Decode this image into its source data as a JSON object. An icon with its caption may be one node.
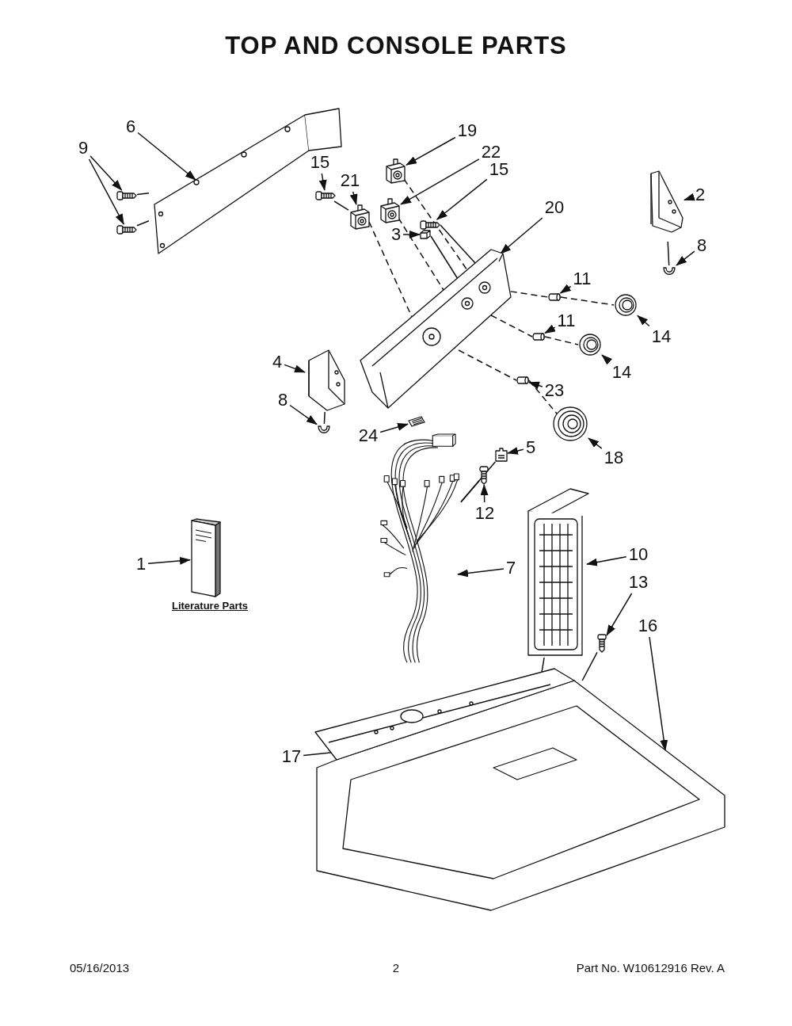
{
  "diagram": {
    "title": "TOP AND CONSOLE PARTS",
    "nodes": [
      {
        "text": [
          "9"
        ]
      },
      {
        "text": [],
        "shape": "picture"
      },
      {
        "text": [],
        "shape": "picture"
      },
      {
        "text": [
          "6"
        ]
      },
      {
        "text": [],
        "shape": "picture"
      },
      {
        "text": [
          "15"
        ]
      },
      {
        "text": [],
        "shape": "picture"
      },
      {
        "text": [
          "21"
        ]
      },
      {
        "text": [],
        "shape": "picture"
      },
      {
        "text": [
          "19"
        ]
      },
      {
        "text": [],
        "shape": "picture"
      },
      {
        "text": [
          "22"
        ]
      },
      {
        "text": [],
        "shape": "picture"
      },
      {
        "text": [
          "15"
        ]
      },
      {
        "text": [],
        "shape": "picture"
      },
      {
        "text": [
          "3"
        ]
      },
      {
        "text": [],
        "shape": "picture"
      },
      {
        "text": [
          "20"
        ]
      },
      {
        "text": [],
        "shape": "picture"
      },
      {
        "text": [
          "2"
        ]
      },
      {
        "text": [],
        "shape": "picture"
      },
      {
        "text": [
          "8"
        ]
      },
      {
        "text": [],
        "shape": "picture"
      },
      {
        "text": [
          "11"
        ]
      },
      {
        "text": [],
        "shape": "picture"
      },
      {
        "text": [
          "11"
        ]
      },
      {
        "text": [],
        "shape": "picture"
      },
      {
        "text": [
          "14"
        ]
      },
      {
        "text": [],
        "shape": "picture"
      },
      {
        "text": [
          "14"
        ]
      },
      {
        "text": [],
        "shape": "picture"
      },
      {
        "text": [
          "4"
        ]
      },
      {
        "text": [],
        "shape": "picture"
      },
      {
        "text": [
          "8"
        ]
      },
      {
        "text": [],
        "shape": "picture"
      },
      {
        "text": [
          "23"
        ]
      },
      {
        "text": [],
        "shape": "picture"
      },
      {
        "text": [
          "24"
        ]
      },
      {
        "text": [],
        "shape": "picture"
      },
      {
        "text": [
          "18"
        ]
      },
      {
        "text": [],
        "shape": "picture"
      },
      {
        "text": [
          "5"
        ]
      },
      {
        "text": [],
        "shape": "picture"
      },
      {
        "text": [
          "12"
        ]
      },
      {
        "text": [],
        "shape": "picture"
      },
      {
        "text": [
          "1"
        ]
      },
      {
        "text": [],
        "shape": "picture",
        "beside": [
          "Literature Parts"
        ]
      },
      {
        "text": [
          "7"
        ]
      },
      {
        "text": [],
        "shape": "picture"
      },
      {
        "text": [
          "10"
        ]
      },
      {
        "text": [],
        "shape": "picture"
      },
      {
        "text": [
          "13"
        ]
      },
      {
        "text": [],
        "shape": "picture"
      },
      {
        "text": [
          "16"
        ]
      },
      {
        "text": [],
        "shape": "picture"
      },
      {
        "text": [
          "17"
        ]
      },
      {
        "text": [],
        "shape": "picture"
      }
    ],
    "edges": [
      {
        "from": 0,
        "to": 1,
        "arrow": "to"
      },
      {
        "from": 0,
        "to": 2,
        "arrow": "to"
      },
      {
        "from": 3,
        "to": 4,
        "arrow": "to"
      },
      {
        "from": 5,
        "to": 6,
        "arrow": "to"
      },
      {
        "from": 7,
        "to": 8,
        "arrow": "to"
      },
      {
        "from": 9,
        "to": 10,
        "arrow": "to"
      },
      {
        "from": 11,
        "to": 12,
        "arrow": "to"
      },
      {
        "from": 13,
        "to": 14,
        "arrow": "to"
      },
      {
        "from": 15,
        "to": 16,
        "arrow": "to"
      },
      {
        "from": 17,
        "to": 18,
        "arrow": "to"
      },
      {
        "from": 19,
        "to": 20,
        "arrow": "to"
      },
      {
        "from": 21,
        "to": 22,
        "arrow": "to"
      },
      {
        "from": 23,
        "to": 24,
        "arrow": "to"
      },
      {
        "from": 25,
        "to": 26,
        "arrow": "to"
      },
      {
        "from": 27,
        "to": 28,
        "arrow": "to"
      },
      {
        "from": 29,
        "to": 30,
        "arrow": "to"
      },
      {
        "from": 31,
        "to": 32,
        "arrow": "to"
      },
      {
        "from": 33,
        "to": 34,
        "arrow": "to"
      },
      {
        "from": 35,
        "to": 36,
        "arrow": "to"
      },
      {
        "from": 37,
        "to": 38,
        "arrow": "to"
      },
      {
        "from": 39,
        "to": 40,
        "arrow": "to"
      },
      {
        "from": 41,
        "to": 42,
        "arrow": "to"
      },
      {
        "from": 43,
        "to": 44,
        "arrow": "to"
      },
      {
        "from": 45,
        "to": 46,
        "arrow": "to"
      },
      {
        "from": 47,
        "to": 48,
        "arrow": "to"
      },
      {
        "from": 49,
        "to": 50,
        "arrow": "to"
      },
      {
        "from": 51,
        "to": 52,
        "arrow": "to"
      },
      {
        "from": 53,
        "to": 54,
        "arrow": "to"
      },
      {
        "from": 55,
        "to": 56,
        "arrow": "to"
      },
      {
        "from": 1,
        "to": 4,
        "arrow": "none"
      },
      {
        "from": 2,
        "to": 4,
        "arrow": "none"
      },
      {
        "from": 6,
        "to": 8,
        "arrow": "none"
      },
      {
        "from": 8,
        "to": 18,
        "arrow": "none",
        "style": "dashed"
      },
      {
        "from": 10,
        "to": 18,
        "arrow": "none",
        "style": "dashed"
      },
      {
        "from": 12,
        "to": 18,
        "arrow": "none",
        "style": "dashed"
      },
      {
        "from": 14,
        "to": 18,
        "arrow": "none"
      },
      {
        "from": 16,
        "to": 18,
        "arrow": "none"
      },
      {
        "from": 18,
        "to": 24,
        "arrow": "none",
        "style": "dashed"
      },
      {
        "from": 24,
        "to": 28,
        "arrow": "none",
        "style": "dashed"
      },
      {
        "from": 18,
        "to": 26,
        "arrow": "none",
        "style": "dashed"
      },
      {
        "from": 26,
        "to": 30,
        "arrow": "none",
        "style": "dashed"
      },
      {
        "from": 18,
        "to": 36,
        "arrow": "none",
        "style": "dashed"
      },
      {
        "from": 36,
        "to": 40,
        "arrow": "none",
        "style": "dashed"
      },
      {
        "from": 20,
        "to": 22,
        "arrow": "none"
      },
      {
        "from": 32,
        "to": 34,
        "arrow": "none"
      },
      {
        "from": 42,
        "to": 48,
        "arrow": "none"
      },
      {
        "from": 44,
        "to": 48,
        "arrow": "none"
      },
      {
        "from": 50,
        "to": 54,
        "arrow": "none"
      },
      {
        "from": 52,
        "to": 54,
        "arrow": "none"
      }
    ],
    "labels": [
      "05/16/2013",
      "2",
      "Part No. W10612916 Rev. A"
    ]
  }
}
